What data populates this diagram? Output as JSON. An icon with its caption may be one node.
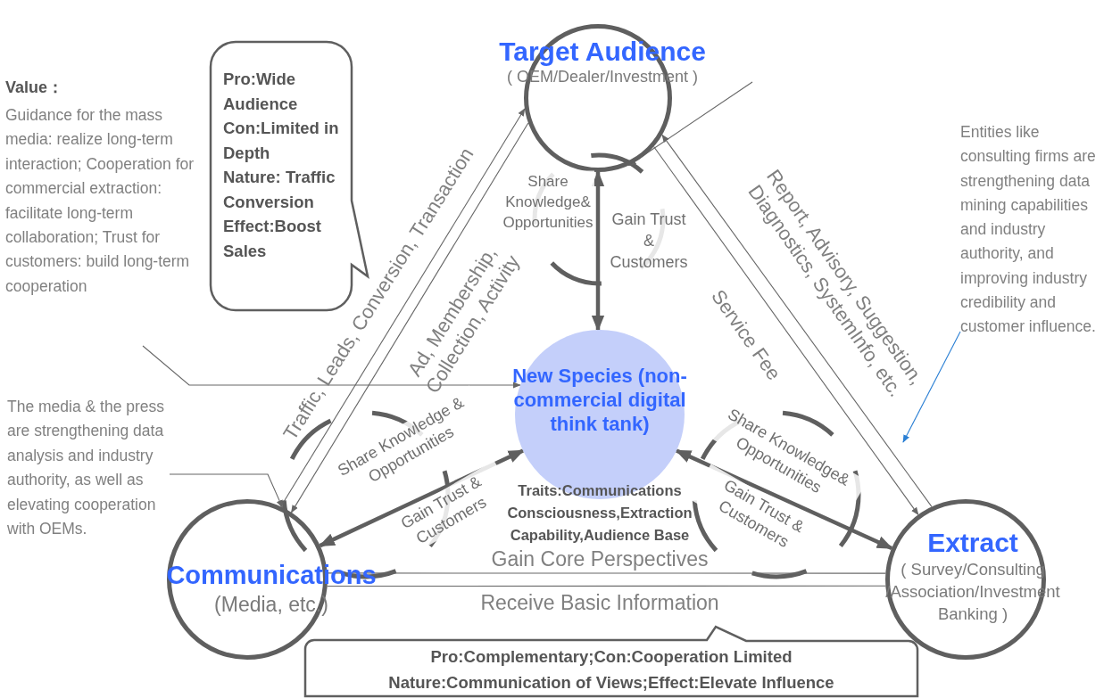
{
  "diagram": {
    "nodes": [
      {
        "text": [
          "Target Audience",
          "( OEM/Dealer/Investment )"
        ]
      },
      {
        "text": [
          "New Species (non-commercial digital think tank)"
        ],
        "beside": [
          "Traits:Communications Consciousness,Extraction Capability,Audience Base"
        ]
      },
      {
        "text": [
          "Communications",
          "(Media, etc.)"
        ]
      },
      {
        "text": [
          "Extract",
          "( Survey/Consulting /Association/Investment Banking )"
        ]
      },
      {
        "text": [
          "Value：",
          "Guidance for the mass media: realize long-term interaction; Cooperation for commercial extraction: facilitate long-term collaboration; Trust for customers: build long-term cooperation"
        ]
      },
      {
        "text": [
          "The media & the press are strengthening data analysis and industry authority, as well as elevating cooperation with OEMs."
        ]
      },
      {
        "text": [
          "Entities like consulting firms are strengthening data mining capabilities and industry authority, and improving industry credibility and customer influence."
        ]
      },
      {
        "text": [
          "Pro:Wide Audience",
          "Con:Limited in Depth",
          "Nature: Traffic Conversion",
          "Effect:Boost Sales"
        ]
      },
      {
        "text": [
          "Pro:Complementary;Con:Cooperation Limited",
          "Nature:Communication of Views;Effect:Elevate Influence"
        ]
      }
    ],
    "edges": [
      {
        "from": 0,
        "to": 1,
        "arrow": "both",
        "style": "thick"
      },
      {
        "from": 2,
        "to": 1,
        "arrow": "both",
        "style": "thick"
      },
      {
        "from": 1,
        "to": 3,
        "arrow": "both",
        "style": "thick"
      },
      {
        "from": 2,
        "to": 0,
        "arrow": "to",
        "label": "Traffic, Leads, Conversion, Transaction"
      },
      {
        "from": 0,
        "to": 2,
        "arrow": "to",
        "label": "Ad, Membership, Collection, Activity"
      },
      {
        "from": 3,
        "to": 0,
        "arrow": "to",
        "label": "Report, Advisory, Suggestion, Diagnostics, SystemInfo, etc."
      },
      {
        "from": 0,
        "to": 3,
        "arrow": "to",
        "label": "Service Fee"
      },
      {
        "from": 2,
        "to": 3,
        "arrow": "none",
        "label": "Gain Core Perspectives"
      },
      {
        "from": 2,
        "to": 3,
        "arrow": "none",
        "label": "Receive Basic Information"
      },
      {
        "from": 4,
        "to": 1,
        "arrow": "to"
      },
      {
        "from": 5,
        "to": 2,
        "arrow": "to"
      },
      {
        "from": 6,
        "to": null,
        "arrow": "to",
        "color": "#2a7fd4"
      },
      {
        "from": null,
        "to": 0,
        "arrow": "to"
      }
    ],
    "labels": [
      "Share Knowledge& Opportunities",
      "Gain Trust & Customers",
      "Share Knowledge & Opportunities",
      "Gain Trust & Customers",
      "Share Knowledge& Opportunities",
      "Gain Trust & Customers"
    ]
  }
}
